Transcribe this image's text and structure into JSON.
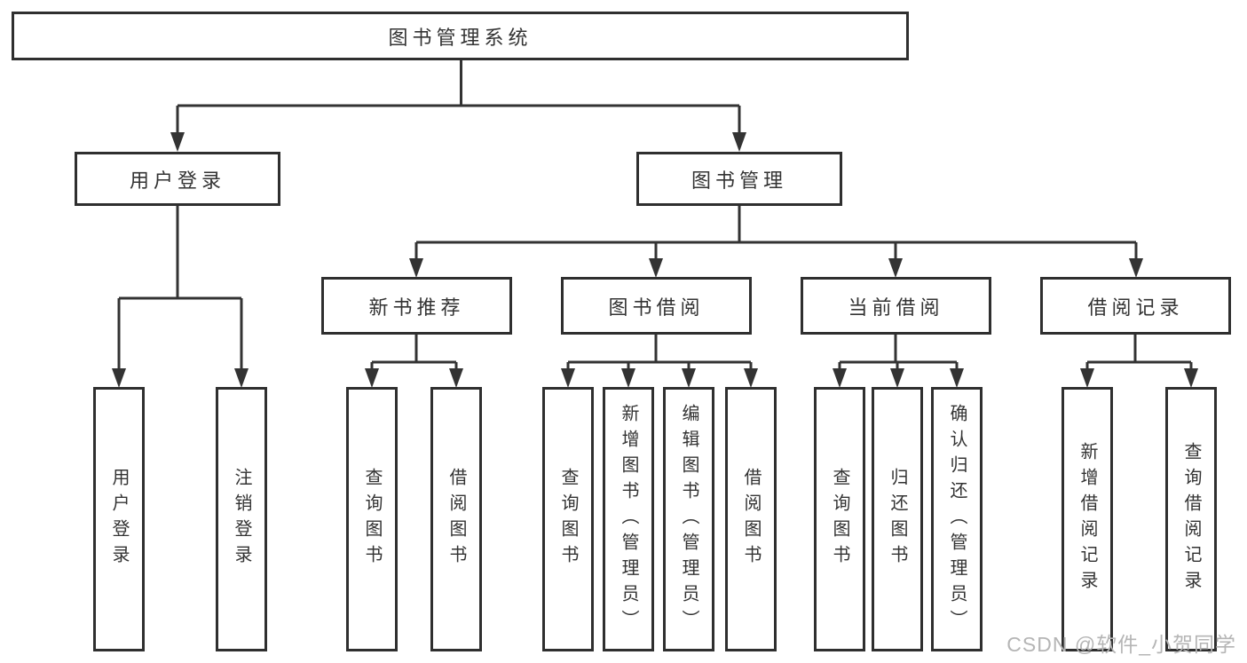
{
  "diagram": {
    "root": {
      "label": "图书管理系统",
      "children": [
        {
          "label": "用户登录",
          "children": [
            {
              "label": "用户登录"
            },
            {
              "label": "注销登录"
            }
          ]
        },
        {
          "label": "图书管理",
          "children": [
            {
              "label": "新书推荐",
              "children": [
                {
                  "label": "查询图书"
                },
                {
                  "label": "借阅图书"
                }
              ]
            },
            {
              "label": "图书借阅",
              "children": [
                {
                  "label": "查询图书"
                },
                {
                  "label": "新增图书（管理员）"
                },
                {
                  "label": "编辑图书（管理员）"
                },
                {
                  "label": "借阅图书"
                }
              ]
            },
            {
              "label": "当前借阅",
              "children": [
                {
                  "label": "查询图书"
                },
                {
                  "label": "归还图书"
                },
                {
                  "label": "确认归还（管理员）"
                }
              ]
            },
            {
              "label": "借阅记录",
              "children": [
                {
                  "label": "新增借阅记录"
                },
                {
                  "label": "查询借阅记录"
                }
              ]
            }
          ]
        }
      ]
    }
  },
  "watermark": "CSDN @软件_小贺同学",
  "colors": {
    "line": "#333333",
    "box_border": "#2f2f2f",
    "text": "#333333",
    "watermark": "#b5b5b5",
    "background": "#ffffff"
  }
}
